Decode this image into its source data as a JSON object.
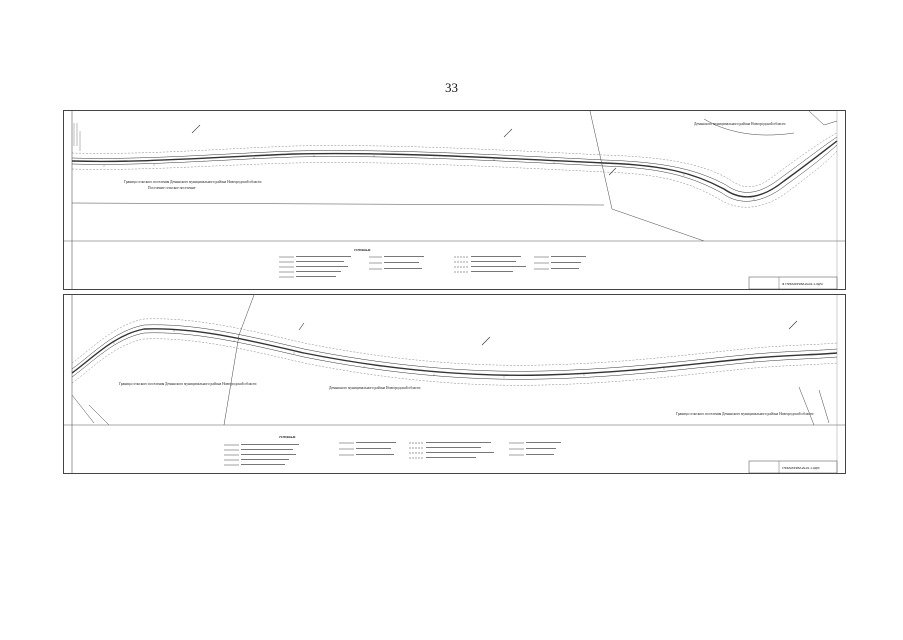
{
  "page": {
    "number": "33"
  },
  "sheets": [
    {
      "id": "sheet1",
      "labels": [
        "Граница сельского поселения Демянского муниципального района Новгородской области",
        "Поселение сельское поселение",
        "Демянского муниципального района Новгородской области"
      ],
      "stamp": "Ф ГЛ/ФАМ/РКВ/НАН/2-1-ЗД'Я"
    },
    {
      "id": "sheet2",
      "labels": [
        "Граница сельского поселения Демянского муниципального района Новгородской области",
        "Демянского муниципального района Новгородской области",
        "Граница сельского поселения Демянского муниципального района Новгородской области"
      ],
      "stamp": "ГЛ/ФАМ/РКВ/НАН/2-1-ЗД'Я"
    }
  ]
}
